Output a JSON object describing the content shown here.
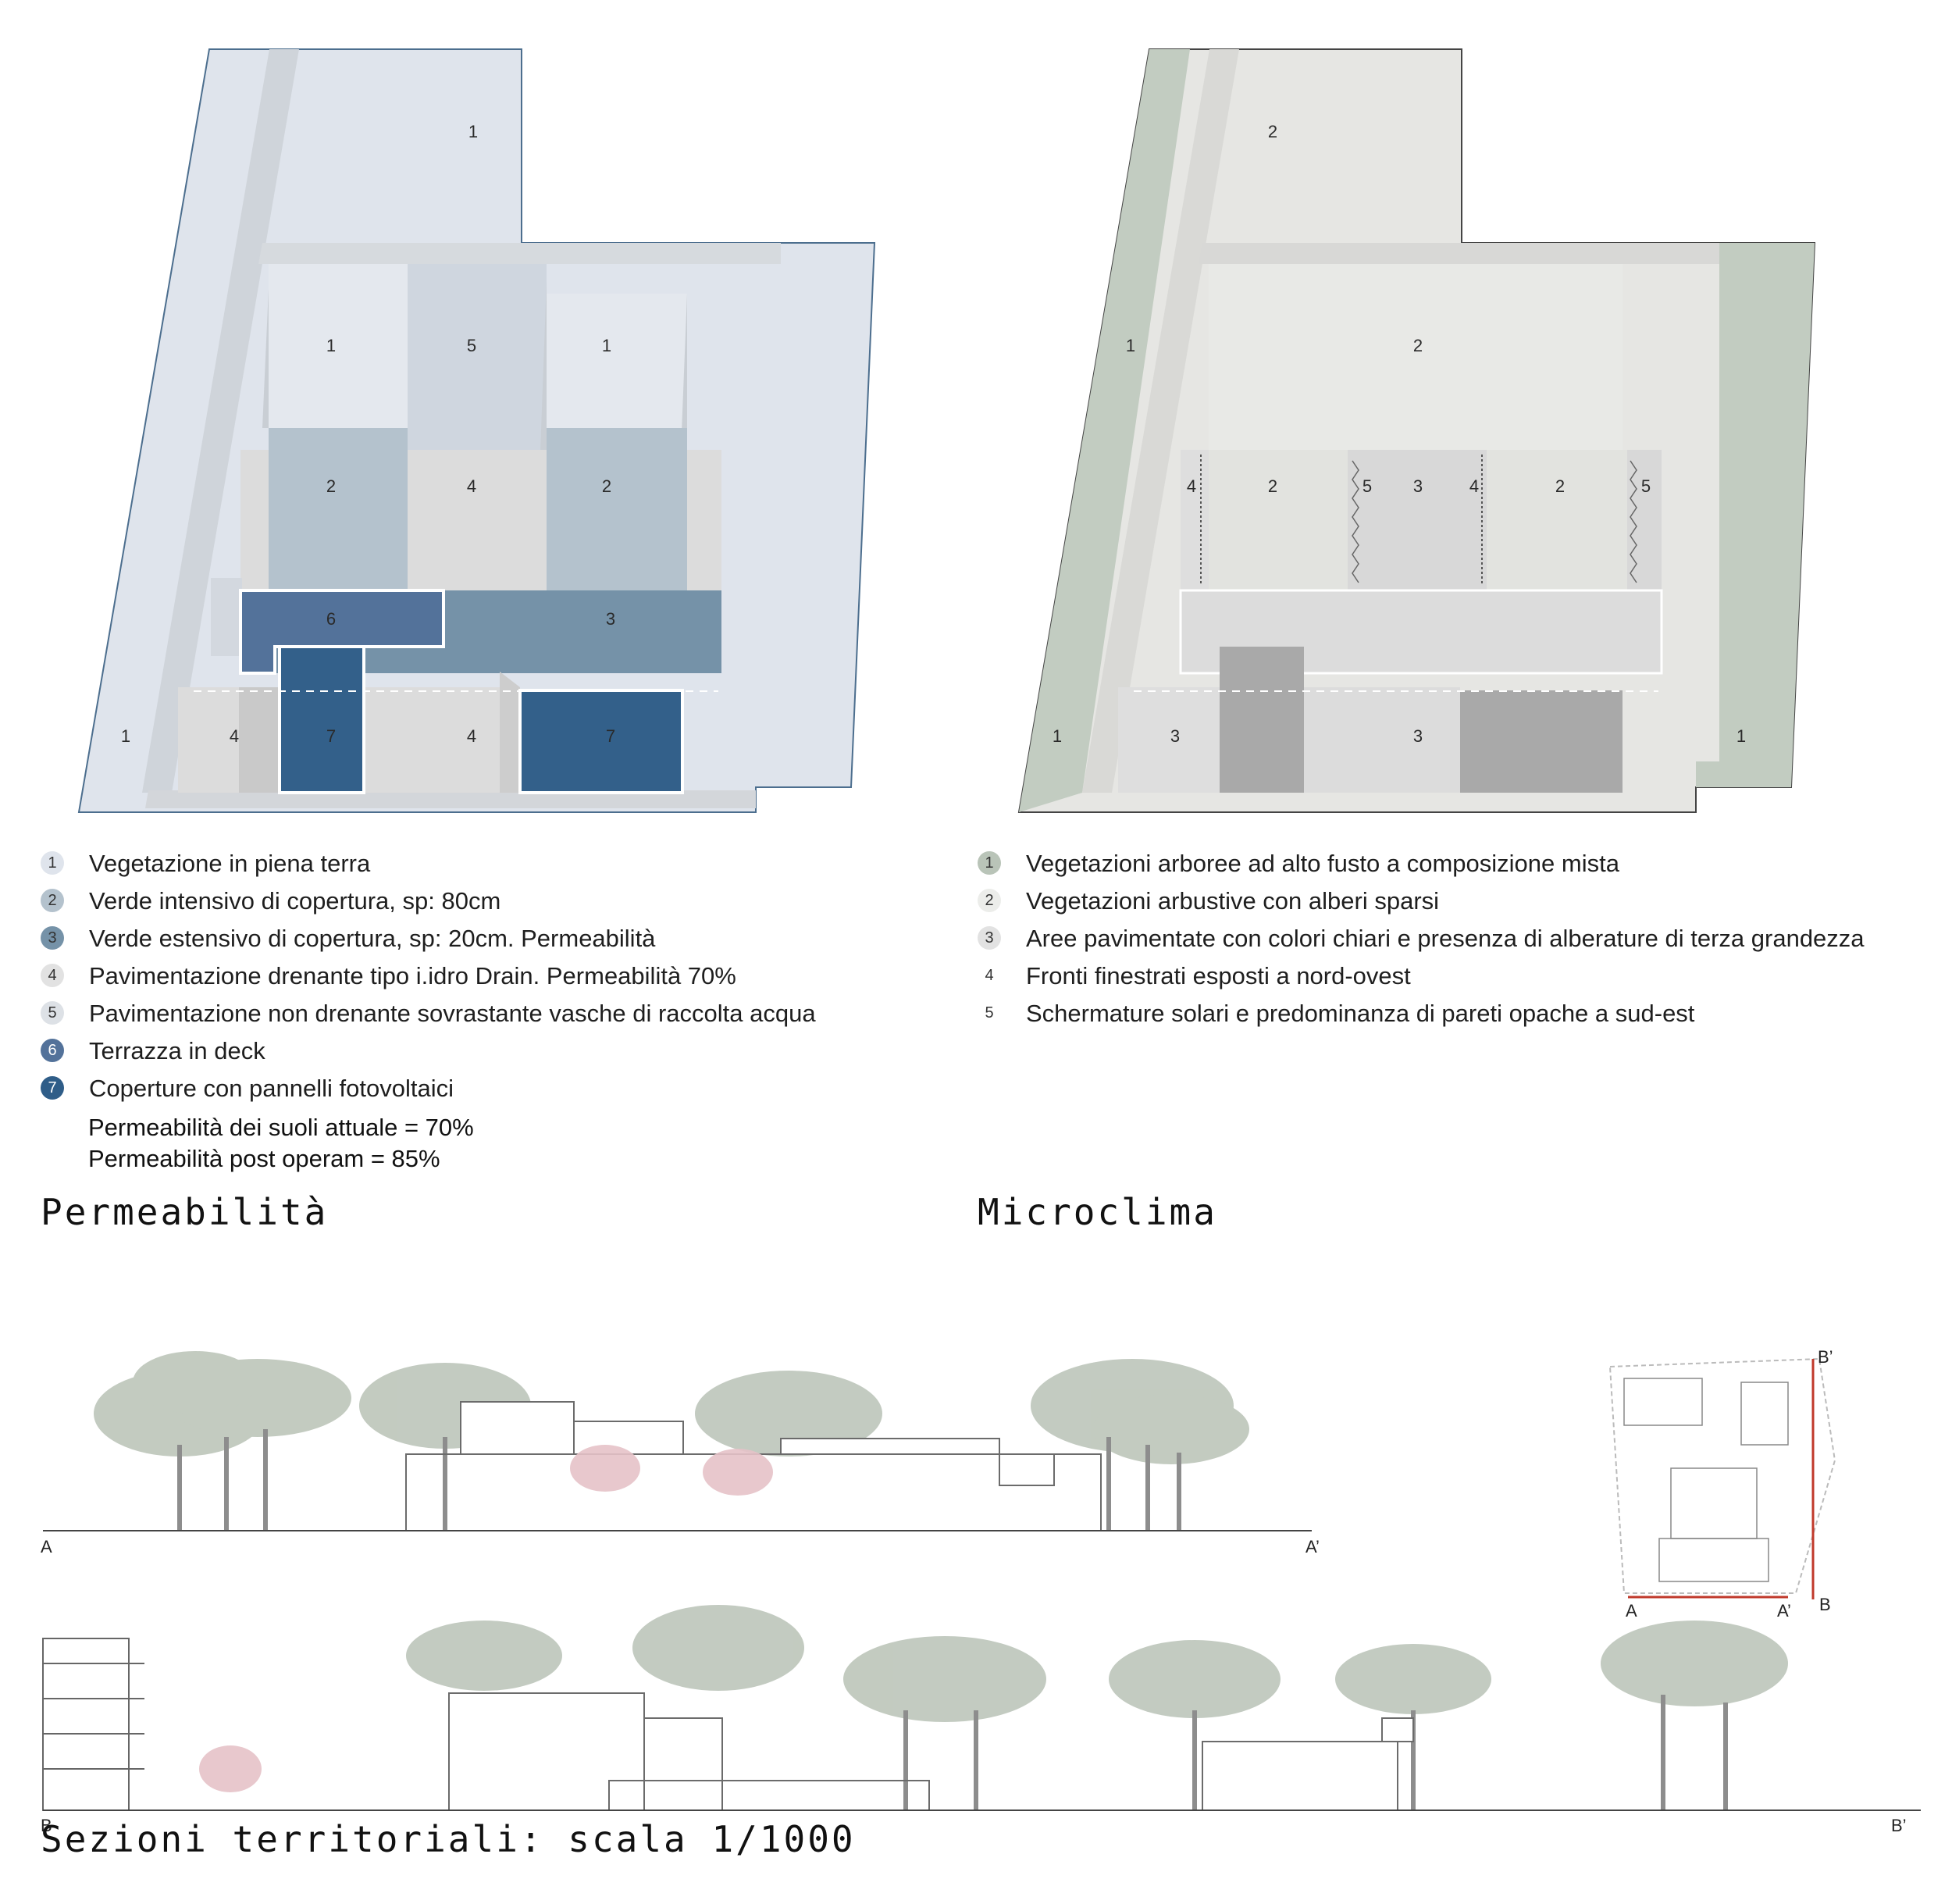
{
  "colors": {
    "c1": "#dfe4ec",
    "c2": "#b4c2cd",
    "c3": "#7592a8",
    "c4": "#dcdcdc",
    "c5": "#ced5de",
    "c6": "#53729a",
    "c7": "#33608a",
    "m1": "#c2ccc1",
    "m2": "#e6e6e3",
    "m3": "#d8d8d8",
    "m4dark": "#a9a9a9"
  },
  "permeabilita": {
    "heading": "Permeabilità",
    "zone_numbers": [
      "1",
      "1",
      "5",
      "1",
      "2",
      "4",
      "2",
      "6",
      "3",
      "1",
      "4",
      "7",
      "4",
      "7"
    ],
    "legend": [
      {
        "num": "1",
        "text": "Vegetazione in piena terra",
        "badge_color": "#dfe4ec",
        "num_color": "#333333"
      },
      {
        "num": "2",
        "text": "Verde intensivo di copertura, sp: 80cm",
        "badge_color": "#b4c2cd",
        "num_color": "#333333"
      },
      {
        "num": "3",
        "text": "Verde estensivo di copertura, sp: 20cm. Permeabilità",
        "badge_color": "#7592a8",
        "num_color": "#333333"
      },
      {
        "num": "4",
        "text": "Pavimentazione drenante tipo i.idro Drain. Permeabilità 70%",
        "badge_color": "#e2e2e2",
        "num_color": "#333333"
      },
      {
        "num": "5",
        "text": "Pavimentazione non drenante sovrastante vasche di raccolta acqua",
        "badge_color": "#dde1e6",
        "num_color": "#333333"
      },
      {
        "num": "6",
        "text": "Terrazza in deck",
        "badge_color": "#53729a",
        "num_color": "#ffffff"
      },
      {
        "num": "7",
        "text": "Coperture con pannelli fotovoltaici",
        "badge_color": "#2f5d88",
        "num_color": "#ffffff"
      }
    ],
    "notes": [
      "Permeabilità dei suoli attuale = 70%",
      "Permeabilità post operam = 85%"
    ]
  },
  "microclima": {
    "heading": "Microclima",
    "zone_numbers": [
      "2",
      "1",
      "2",
      "4",
      "2",
      "5",
      "3",
      "4",
      "2",
      "5",
      "1",
      "3",
      "3",
      "1"
    ],
    "legend": [
      {
        "num": "1",
        "text": "Vegetazioni arboree ad alto fusto a composizione mista",
        "badge_color": "#b9c4b8",
        "num_color": "#333333"
      },
      {
        "num": "2",
        "text": "Vegetazioni arbustive con alberi sparsi",
        "badge_color": "#ecedea",
        "num_color": "#333333"
      },
      {
        "num": "3",
        "text": "Aree pavimentate con colori chiari e presenza di alberature di terza grandezza",
        "badge_color": "#e2e2e2",
        "num_color": "#333333"
      },
      {
        "num": "4",
        "text": "Fronti finestrati esposti a nord-ovest",
        "badge_color": "",
        "num_color": "#333333"
      },
      {
        "num": "5",
        "text": "Schermature solari e predominanza di pareti opache a sud-est",
        "badge_color": "",
        "num_color": "#333333"
      }
    ]
  },
  "sections": {
    "title": "Sezioni territoriali: scala 1/1000",
    "labels": {
      "a": "A",
      "a_prime": "A’",
      "b": "B",
      "b_prime": "B’"
    }
  }
}
